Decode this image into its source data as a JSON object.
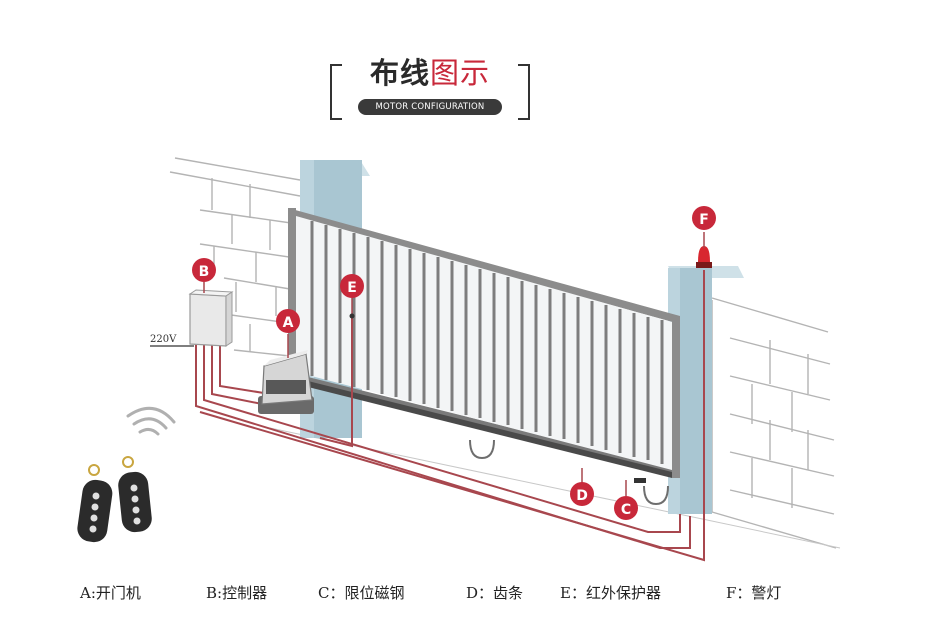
{
  "title": {
    "prefix": "布线",
    "accent": "图示",
    "subtitle": "MOTOR CONFIGURATION"
  },
  "voltage_label": "220V",
  "markers": {
    "A": "A",
    "B": "B",
    "C": "C",
    "D": "D",
    "E": "E",
    "F": "F"
  },
  "legend": [
    {
      "key": "A",
      "text": "A:开门机"
    },
    {
      "key": "B",
      "text": "B:控制器"
    },
    {
      "key": "C",
      "text": "C：限位磁钢"
    },
    {
      "key": "D",
      "text": "D：齿条"
    },
    {
      "key": "E",
      "text": "E：红外保护器"
    },
    {
      "key": "F",
      "text": "F：警灯"
    }
  ],
  "colors": {
    "marker_red": "#c8283a",
    "wire_red": "#a8474e",
    "pillar_blue": "#a9c6d2",
    "gate_gray": "#8c8c8c",
    "brick_line": "#b4b4b4"
  },
  "icons": {
    "remote": "remote-control-icon",
    "signal": "wireless-signal-icon",
    "warning_light": "warning-light-icon"
  }
}
